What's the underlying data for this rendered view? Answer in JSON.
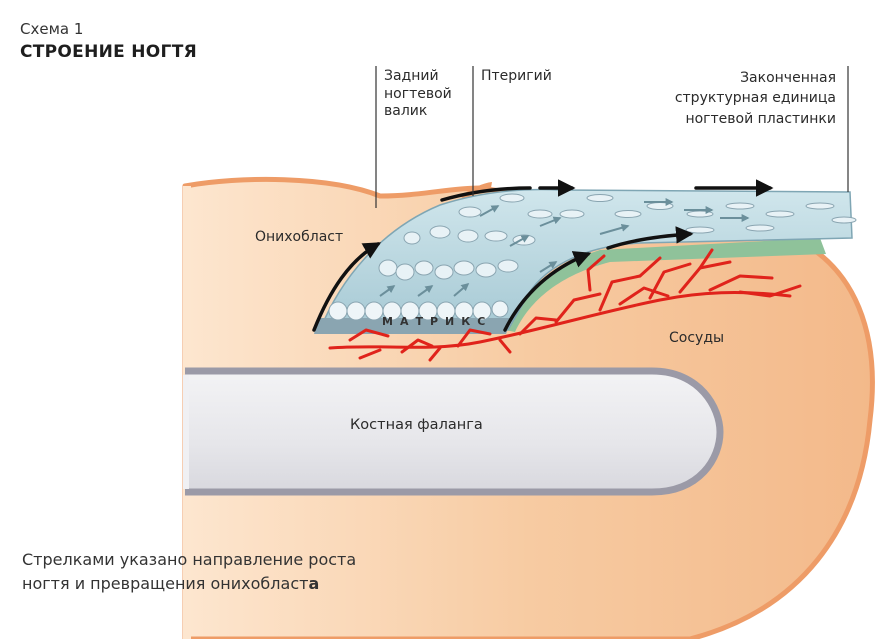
{
  "header": {
    "scheme": "Схема 1",
    "title": "СТРОЕНИЕ НОГТЯ"
  },
  "labels": {
    "back_nail_fold": [
      "Задний",
      "ногтевой",
      "валик"
    ],
    "pterygium": "Птеригий",
    "finished_unit": [
      "Законченная",
      "структурная единица",
      "ногтевой пластинки"
    ],
    "onychoblast": "Онихобласт",
    "matrix": "МАТРИКС",
    "vessels": "Сосуды",
    "bone": "Костная фаланга"
  },
  "caption": {
    "line1": "Стрелками указано направление роста",
    "line2": "ногтя и превращения онихобласт",
    "line2_bold": "а"
  },
  "colors": {
    "skin": "#f5c49a",
    "skin_edge": "#ee9c67",
    "nail_plate": "#b9d7df",
    "nail_edge": "#7fa6b4",
    "bed": "#8fc29a",
    "vessels": "#e0231b",
    "bone": "#f1f1f3",
    "bone_edge": "#9b9aa7"
  }
}
